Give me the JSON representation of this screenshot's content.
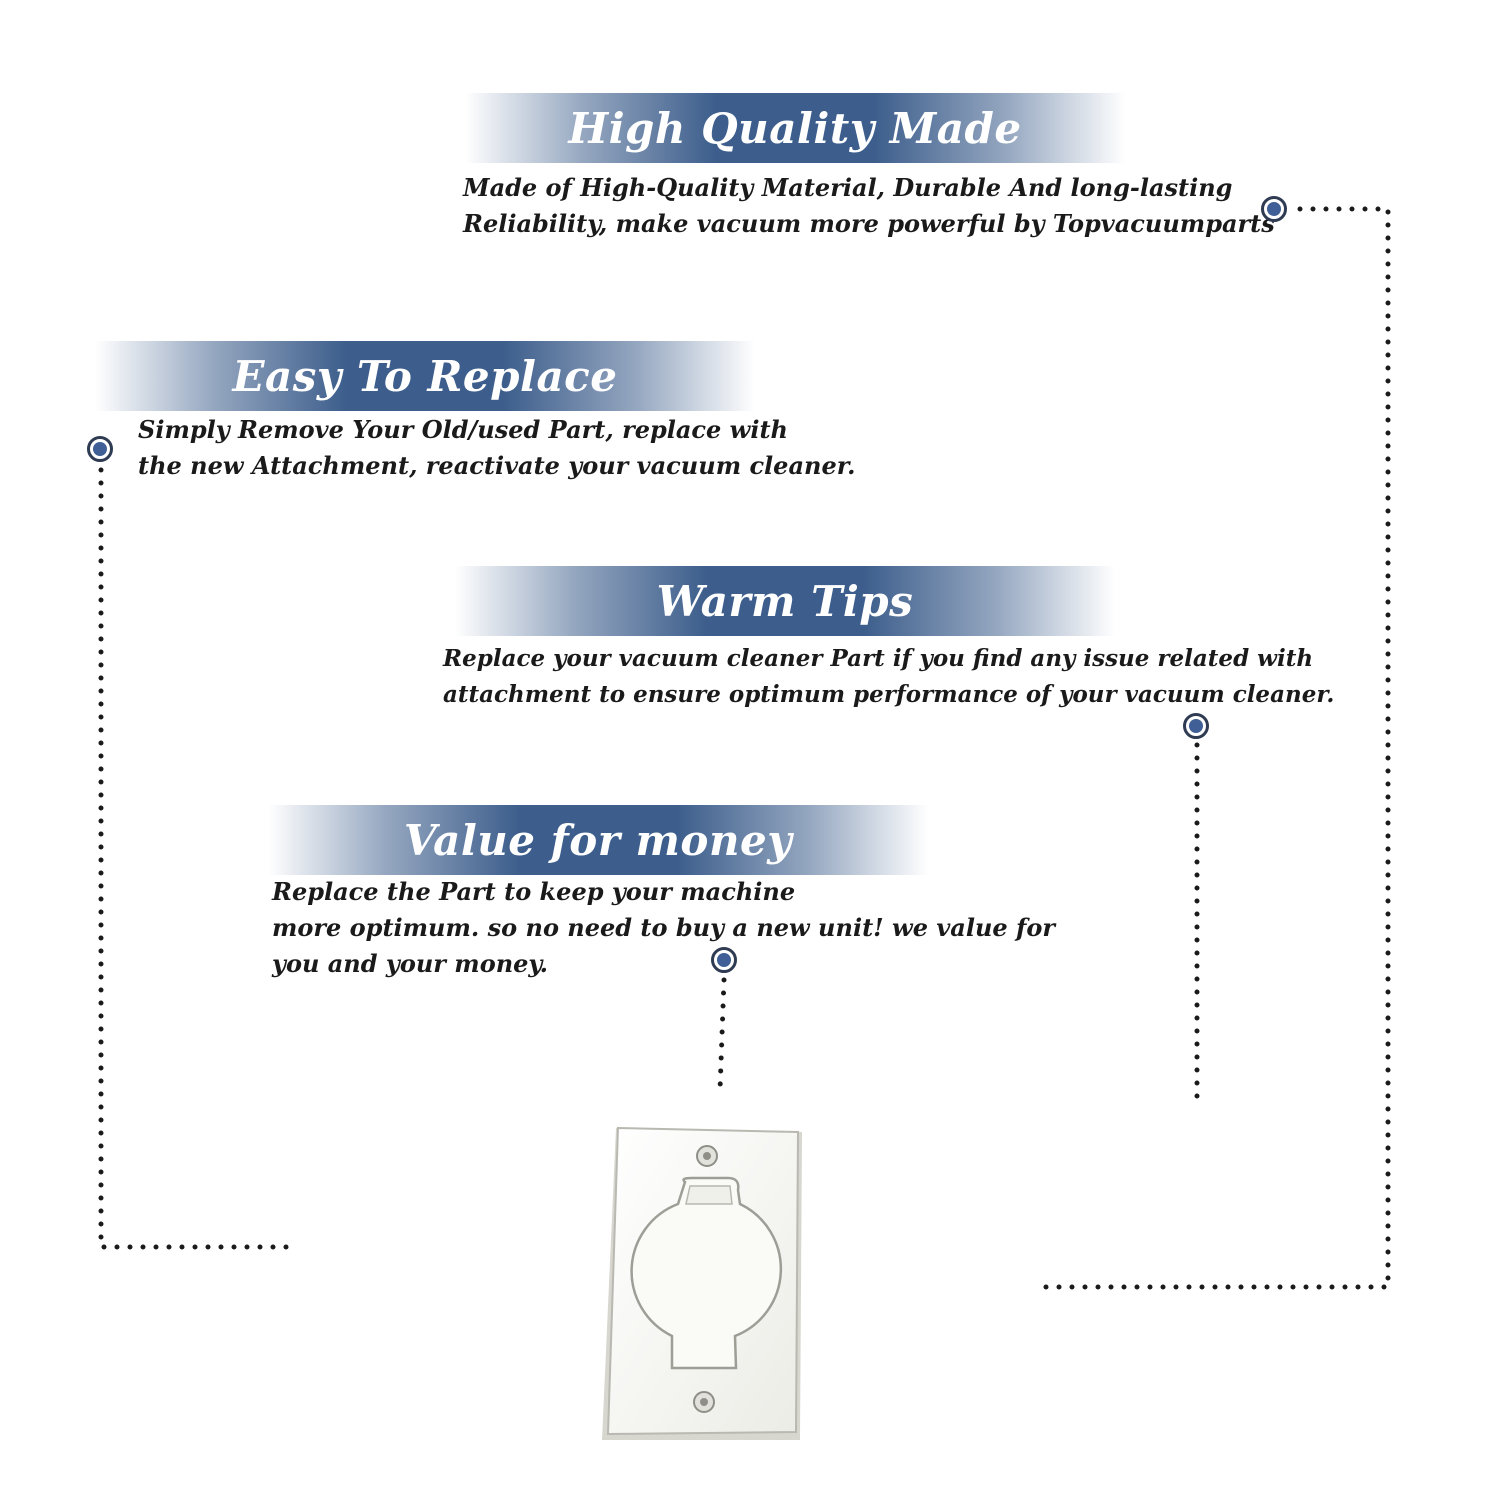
{
  "sections": [
    {
      "title": "High Quality Made",
      "lines": [
        "Made of  High-Quality Material, Durable And long-lasting",
        "Reliability, make vacuum more powerful by Topvacuumparts"
      ]
    },
    {
      "title": "Easy To Replace",
      "lines": [
        "Simply Remove Your Old/used Part, replace with",
        "the new Attachment, reactivate your vacuum cleaner."
      ]
    },
    {
      "title": "Warm Tips",
      "lines": [
        "Replace your vacuum cleaner Part if you find any issue related with",
        " attachment to ensure optimum performance of your vacuum cleaner."
      ]
    },
    {
      "title": "Value for money",
      "lines": [
        "Replace the Part to keep your machine",
        "more optimum. so no need to buy a new unit! we value for",
        "you and your money."
      ]
    }
  ],
  "colors": {
    "banner": "#3d5e8c",
    "marker_fill": "#3f5f96",
    "marker_ring": "#2f3b52",
    "dotted_line": "#1a1a1a",
    "text": "#1a1a1a"
  },
  "product": {
    "icon": "vacuum-inlet-wall-plate-icon",
    "color": "#f7f7f3"
  }
}
